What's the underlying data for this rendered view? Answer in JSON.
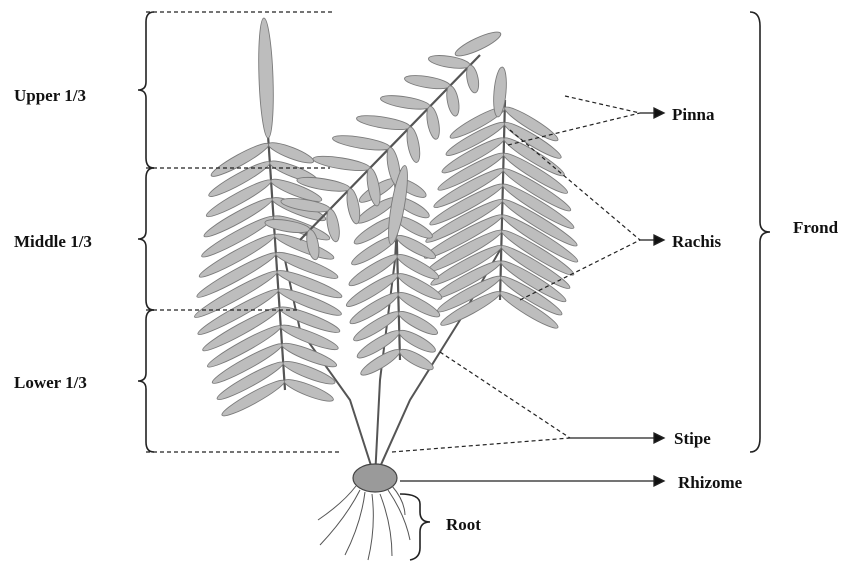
{
  "labels": {
    "upper": "Upper 1/3",
    "middle": "Middle 1/3",
    "lower": "Lower 1/3",
    "pinna": "Pinna",
    "rachis": "Rachis",
    "frond": "Frond",
    "stipe": "Stipe",
    "rhizome": "Rhizome",
    "root": "Root"
  },
  "colors": {
    "ink": "#222222",
    "leaf": "#bdbdbd",
    "leaf_dark": "#7a7a7a",
    "background": "#ffffff"
  }
}
